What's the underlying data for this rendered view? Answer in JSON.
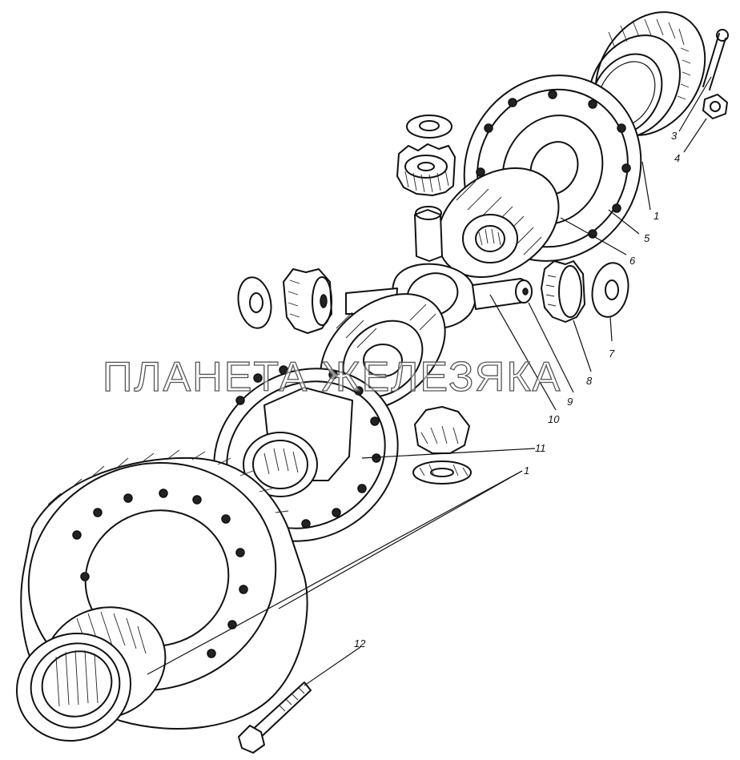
{
  "watermark": "ПЛАНЕТА ЖЕЛЕЗЯКА",
  "callouts": [
    {
      "id": "label-1-top",
      "text": "1"
    },
    {
      "id": "label-3",
      "text": "3"
    },
    {
      "id": "label-4",
      "text": "4"
    },
    {
      "id": "label-5",
      "text": "5"
    },
    {
      "id": "label-6",
      "text": "6"
    },
    {
      "id": "label-7",
      "text": "7"
    },
    {
      "id": "label-8",
      "text": "8"
    },
    {
      "id": "label-9",
      "text": "9"
    },
    {
      "id": "label-10",
      "text": "10"
    },
    {
      "id": "label-11",
      "text": "11"
    },
    {
      "id": "label-1-bottom",
      "text": "1"
    },
    {
      "id": "label-12",
      "text": "12"
    }
  ]
}
